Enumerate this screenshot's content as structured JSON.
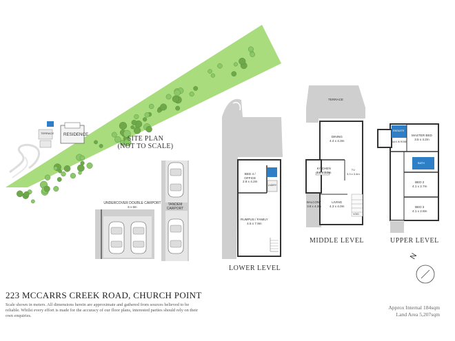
{
  "site_plan": {
    "title_line1": "SITE PLAN",
    "title_line2": "(NOT TO SCALE)",
    "labels": {
      "residence": "RESIDENCE",
      "terrace": "TERRACE"
    }
  },
  "carports": {
    "undercover_title": "UNDERCOVER DOUBLE CARPORT",
    "undercover_size": "6 x 6m",
    "tandem_line1": "TANDEM",
    "tandem_line2": "CARPORT"
  },
  "lower_level": {
    "title": "LOWER LEVEL",
    "rooms": {
      "bed4_name": "BED 4 /",
      "bed4_name2": "OFFICE",
      "bed4_size": "2.8 x 4.2m",
      "rumpus_name": "RUMPUS / FAMILY",
      "rumpus_size": "4.5 x 7.9m",
      "laundry": "LNDRY"
    }
  },
  "middle_level": {
    "title": "MIDDLE LEVEL",
    "rooms": {
      "terrace": "TERRACE",
      "dining_name": "DINING",
      "dining_size": "4.4 x 4.3m",
      "kitchen_name": "KITCHEN",
      "kitchen_size": "3.8 x 3.0m",
      "tv_name": "TV",
      "tv_size": "3.3 x 3.4m",
      "living_name": "LIVING",
      "living_size": "4.3 x 4.0m",
      "balcony_name": "BALCONY",
      "balcony_size": "3.8 x 4.2m",
      "void": "VOID"
    }
  },
  "upper_level": {
    "title": "UPPER LEVEL",
    "rooms": {
      "master_name": "MASTER BED",
      "master_size": "3.5 x 4.2m",
      "ensuite": "ENSUITE",
      "robe": "WALK IN ROBE",
      "bath": "BATH",
      "bed2_name": "BED 2",
      "bed2_size": "4.1 x 2.7m",
      "bed3_name": "BED 3",
      "bed3_size": "4.1 x 2.8m"
    }
  },
  "footer": {
    "address": "223 MCCARRS CREEK ROAD, CHURCH POINT",
    "disclaimer": "Scale shown in meters. All dimensions herein are approximate and gathered from sources believed to be  reliable. Whilst every effort is made for the accuracy of our floor plans, interested parties should rely on their own enquiries.",
    "internal_area": "Approx Internal 184sqm",
    "land_area": "Land Area 5,207sqm"
  },
  "compass": {
    "label": "N"
  },
  "colors": {
    "lawn": "#a9dc7c",
    "tree": "#6ea84a",
    "floor": "#ffffff",
    "outdoor": "#cfcfcf",
    "wall": "#3a3a3a",
    "wet_area": "#2f7fc6"
  }
}
